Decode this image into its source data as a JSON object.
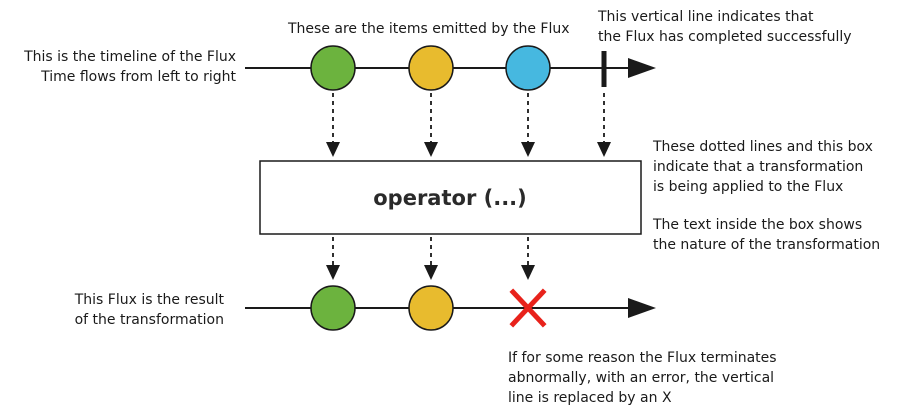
{
  "labels": {
    "timeline_l1": "This is the timeline of the Flux",
    "timeline_l2": "Time flows from left to right",
    "items_emitted": "These are the items emitted by the Flux",
    "completed_l1": "This vertical line indicates that",
    "completed_l2": "the Flux has completed successfully",
    "transform_l1": "These dotted lines and this box",
    "transform_l2": "indicate that a transformation",
    "transform_l3": "is being applied to the Flux",
    "nature_l1": "The text inside the box shows",
    "nature_l2": "the nature of the transformation",
    "result_l1": "This Flux is the result",
    "result_l2": "of the transformation",
    "error_l1": "If for some reason the Flux terminates",
    "error_l2": "abnormally, with an error, the vertical",
    "error_l3": "line is replaced by an X"
  },
  "operator_label": "operator (...)",
  "colors": {
    "item_green": "#6cb33e",
    "item_yellow": "#e8bb2e",
    "item_blue": "#46b8e0",
    "error_x": "#e8221b",
    "line": "#1a1a1a"
  }
}
